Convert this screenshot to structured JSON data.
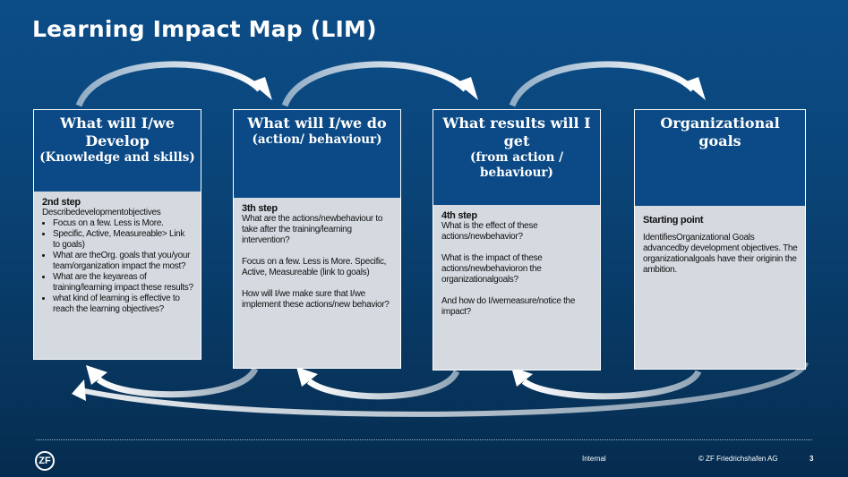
{
  "title": "Learning Impact Map (LIM)",
  "columns": [
    {
      "head1": "What will I/we Develop",
      "head2": "(Knowledge and skills)",
      "step": "2nd step",
      "intro": "Describedevelopmentobjectives",
      "bullets": [
        "Focus on a few. Less is More.",
        "Specific, Active, Measureable> Link to goals)",
        "What are theOrg. goals that you/your team/organization impact the most?",
        "What are the keyareas of training/learning impact these results?",
        "what kind of learning is effective to reach the learning objectives?"
      ]
    },
    {
      "head1": "What will I/we do",
      "head2": "(action/ behaviour)",
      "step": "3th step",
      "paras": [
        "What are the actions/newbehaviour to take after the training/learning intervention?",
        "Focus on a few. Less is More. Specific, Active, Measureable (link to goals)",
        "How will I/we make sure that I/we implement these actions/new behavior?"
      ]
    },
    {
      "head1": "What results will I get",
      "head2": "(from action / behaviour)",
      "step": "4th step",
      "paras": [
        "What is the effect of these actions/newbehavior?",
        "What is the impact of these actions/newbehavioron the organizationalgoals?",
        "And how do I/wemeasure/notice the impact?"
      ]
    },
    {
      "head1": "Organizational goals",
      "head2": "",
      "step": "Starting  point",
      "paras": [
        "IdentifiesOrganizational Goals advancedby development objectives. The organizationalgoals have their originin the ambition."
      ]
    }
  ],
  "footer": {
    "logo": "ZF",
    "classification": "Internal",
    "copyright": "© ZF Friedrichshafen AG",
    "page": "3"
  },
  "colors": {
    "background": "#0a4579",
    "header_box": "#0b4a86",
    "body_box": "#d5dae0",
    "arrow": "#ffffff"
  }
}
